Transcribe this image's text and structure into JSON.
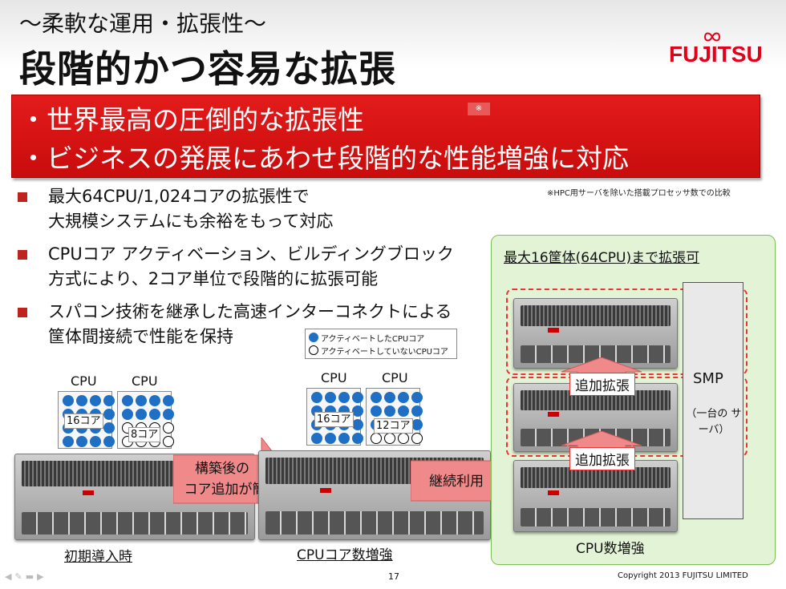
{
  "slide": {
    "subtitle": "～柔軟な運用・拡張性～",
    "title": "段階的かつ容易な拡張",
    "logo_text": "FUJITSU",
    "page_number": "17",
    "copyright": "Copyright 2013 FUJITSU LIMITED",
    "nav_icons": [
      "arrow-left-icon",
      "pen-icon",
      "menu-icon",
      "arrow-right-icon"
    ]
  },
  "banner": {
    "line1": "・世界最高の圧倒的な拡張性",
    "note_mark": "※",
    "line2": "・ビジネスの発展にあわせ段階的な性能増強に対応",
    "color": "#d7141a"
  },
  "footnote": "※HPC用サーバを除いた搭載プロセッサ数での比較",
  "bullets": [
    {
      "line1": "最大64CPU/1,024コアの拡張性で",
      "line2": "大規模システムにも余裕をもって対応"
    },
    {
      "line1": "CPUコア アクティベーション、ビルディングブロック",
      "line2": "方式により、2コア単位で段階的に拡張可能"
    },
    {
      "line1": "スパコン技術を継承した高速インターコネクトによる",
      "line2": "筐体間接続で性能を保持"
    }
  ],
  "legend": {
    "activated": "アクティベートしたCPUコア",
    "not_activated": "アクティベートしていないCPUコア"
  },
  "stage1": {
    "cpu_label_a": "CPU",
    "cpu_label_b": "CPU",
    "cores_a": "16コア",
    "cores_b": "8コア",
    "caption": "初期導入時"
  },
  "arrow1": {
    "line1": "構築後の",
    "line2": "コア追加が簡単"
  },
  "stage2": {
    "cpu_label_a": "CPU",
    "cpu_label_b": "CPU",
    "cores_a": "16コア",
    "cores_b": "12コア",
    "caption": "CPUコア数増強"
  },
  "arrow2": {
    "label": "継続利用"
  },
  "stage3": {
    "title": "最大16筐体(64CPU)まで拡張可",
    "add_label_1": "追加拡張",
    "add_label_2": "追加拡張",
    "smp_title": "SMP",
    "smp_sub": "（一台の サーバ）",
    "caption": "CPU数増強"
  },
  "colors": {
    "accent_red": "#d7141a",
    "core_blue": "#1f6fc4",
    "arrow_pink": "#f08a8a",
    "panel_green": "#e3f3d6"
  }
}
